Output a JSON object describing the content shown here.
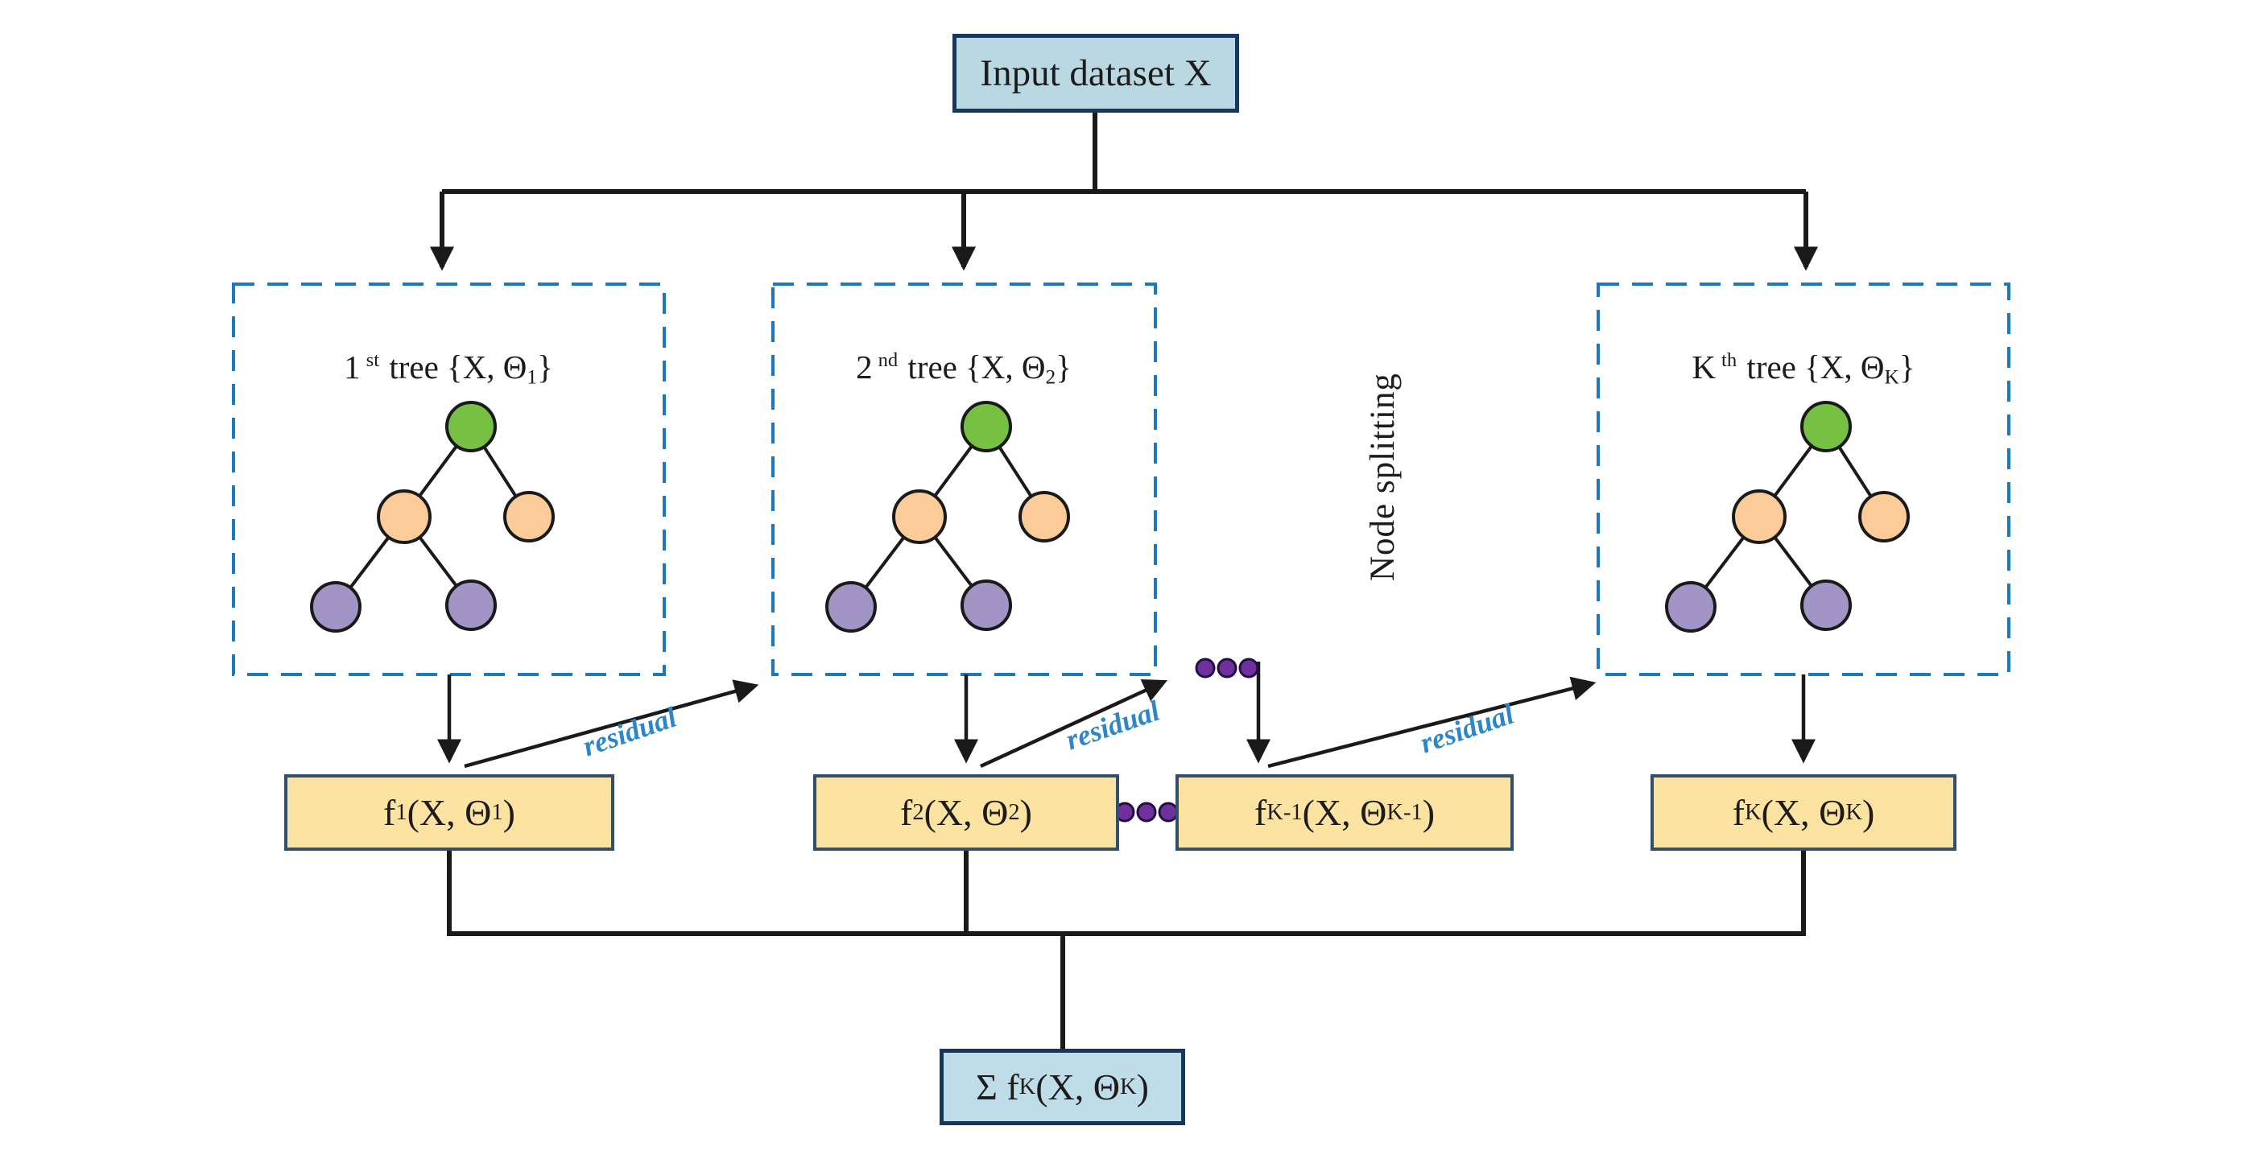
{
  "diagram": {
    "input_box": {
      "label": "Input dataset X"
    },
    "trees": [
      {
        "ordinal": "1",
        "ordinal_suffix": "st",
        "label_mid": " tree {X, Θ",
        "theta_subscript": "1",
        "label_end": "}"
      },
      {
        "ordinal": "2",
        "ordinal_suffix": "nd",
        "label_mid": " tree {X, Θ",
        "theta_subscript": "2",
        "label_end": "}"
      },
      {
        "ordinal": "K",
        "ordinal_suffix": "th",
        "label_mid": " tree {X, Θ",
        "theta_subscript": "K",
        "label_end": "}"
      }
    ],
    "node_splitting_label": "Node splitting",
    "residual_labels": [
      "residual",
      "residual",
      "residual"
    ],
    "f_boxes": [
      {
        "base": "f",
        "f_subscript": "1",
        "mid": "(X, Θ",
        "theta_subscript": "1",
        "end": ")"
      },
      {
        "base": "f",
        "f_subscript": "2",
        "mid": "(X, Θ",
        "theta_subscript": "2",
        "end": ")"
      },
      {
        "base": "f",
        "f_subscript": "K-1",
        "mid": "(X, Θ",
        "theta_subscript": "K-1",
        "end": ")"
      },
      {
        "base": "f",
        "f_subscript": "K",
        "mid": "(X, Θ",
        "theta_subscript": "K",
        "end": ")"
      }
    ],
    "sum_box": {
      "base": "Σ f",
      "f_subscript": "K",
      "mid": "(X, Θ",
      "theta_subscript": "K",
      "end": ")"
    }
  },
  "colors": {
    "box_blue_fill": "#b9d8e2",
    "box_blue_border": "#17375e",
    "sum_blue_fill": "#bfdde8",
    "yellow_fill": "#fce3a2",
    "yellow_border": "#31506e",
    "dashed_border_blue": "#1b79c0",
    "node_green": "#76c043",
    "node_orange": "#fbcb99",
    "node_purple": "#a295c6",
    "dot_purple": "#7030a0",
    "residual_text": "#2e86c8",
    "line_black": "#1a1a1a"
  }
}
